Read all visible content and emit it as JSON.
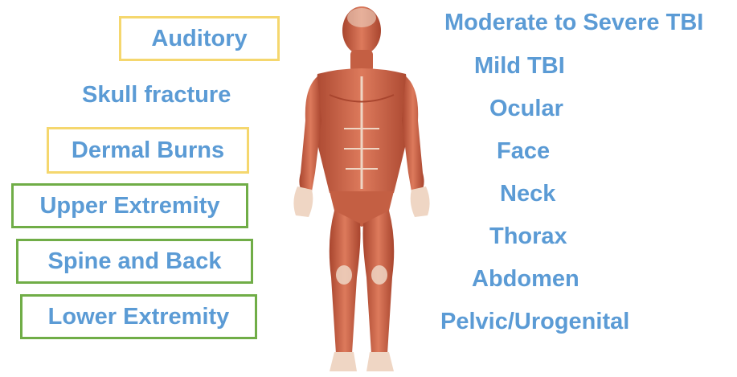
{
  "colors": {
    "text": "#5b9bd5",
    "yellow_box": "#f5d76e",
    "green_box": "#70ad47",
    "muscle": "#cf6a4f",
    "muscle_dark": "#a8452e",
    "tendon": "#efd6c4"
  },
  "figure": {
    "icon": "anatomy-muscle-figure"
  },
  "left": [
    {
      "label": "Auditory",
      "box": "yellow"
    },
    {
      "label": "Skull fracture",
      "box": "none"
    },
    {
      "label": "Dermal Burns",
      "box": "yellow"
    },
    {
      "label": "Upper Extremity",
      "box": "green"
    },
    {
      "label": "Spine and Back",
      "box": "green"
    },
    {
      "label": "Lower Extremity",
      "box": "green"
    }
  ],
  "right": [
    {
      "label": "Moderate to Severe TBI"
    },
    {
      "label": "Mild TBI"
    },
    {
      "label": "Ocular"
    },
    {
      "label": "Face"
    },
    {
      "label": "Neck"
    },
    {
      "label": "Thorax"
    },
    {
      "label": "Abdomen"
    },
    {
      "label": "Pelvic/Urogenital"
    }
  ]
}
